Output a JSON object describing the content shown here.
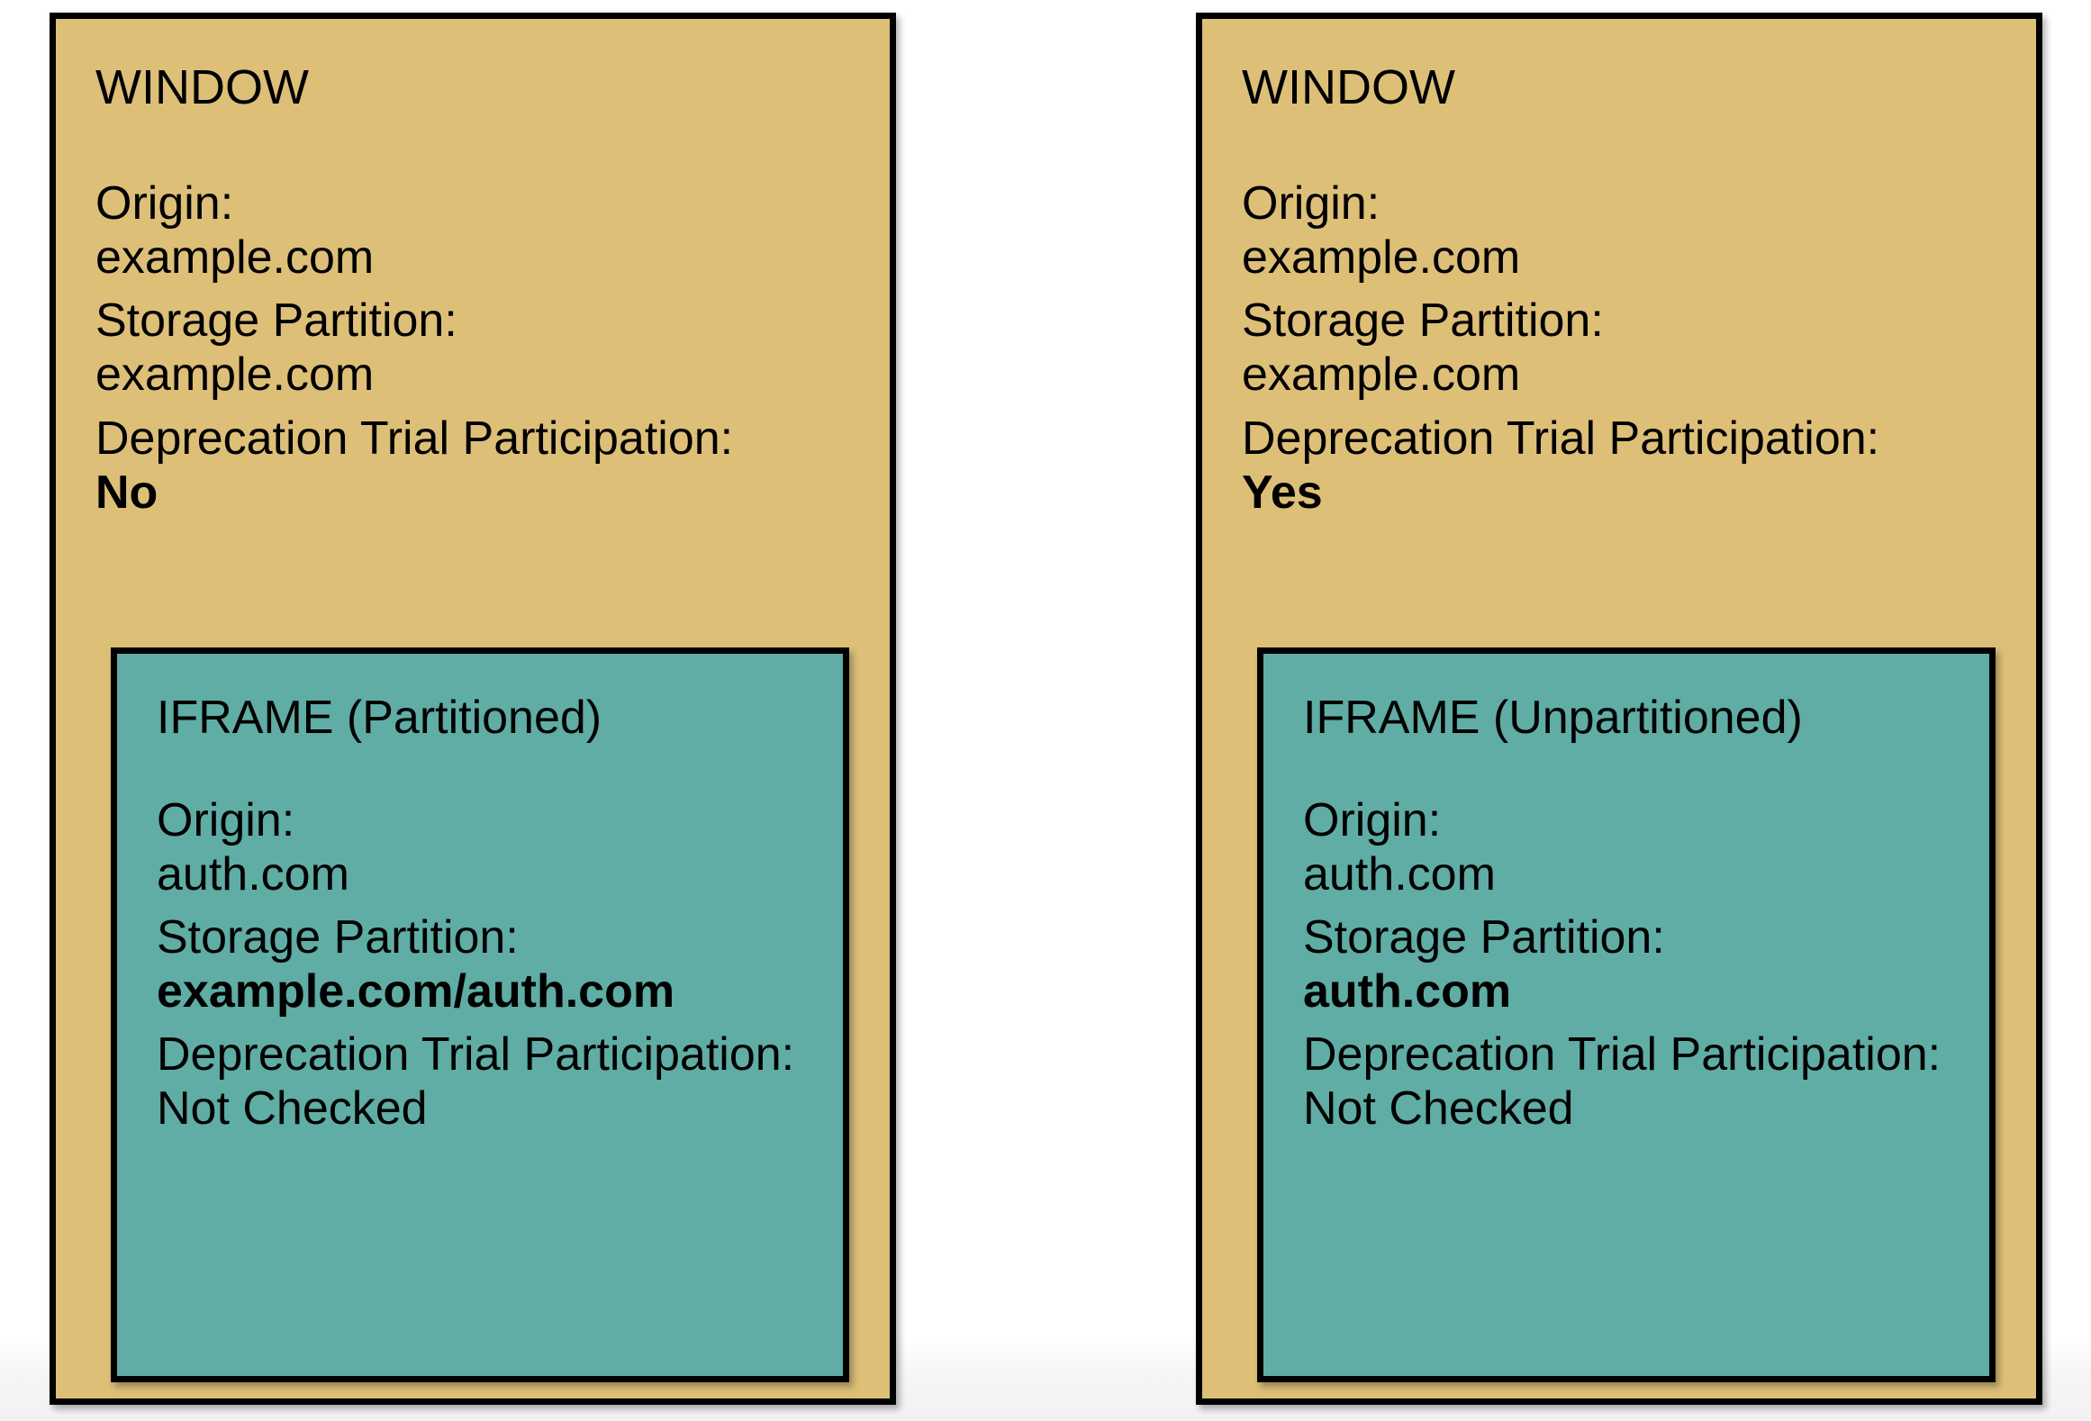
{
  "colors": {
    "window_fill": "#ddbf78",
    "iframe_fill": "#5fada5",
    "border": "#000000",
    "text": "#000000",
    "page_background": "#ffffff"
  },
  "labels": {
    "origin": "Origin:",
    "storage_partition": "Storage Partition:",
    "deprecation_trial": "Deprecation Trial Participation:"
  },
  "panels": [
    {
      "id": "left",
      "window": {
        "title": "WINDOW",
        "origin_label": "Origin:",
        "origin_value": "example.com",
        "storage_label": "Storage Partition:",
        "storage_value": "example.com",
        "trial_label": "Deprecation Trial Participation:",
        "trial_value": "No",
        "trial_value_bold": true
      },
      "iframe": {
        "title": "IFRAME (Partitioned)",
        "origin_label": "Origin:",
        "origin_value": "auth.com",
        "storage_label": "Storage Partition:",
        "storage_value": "example.com/auth.com",
        "storage_value_bold": true,
        "trial_label": "Deprecation Trial Participation:",
        "trial_value": "Not Checked",
        "trial_value_bold": false
      }
    },
    {
      "id": "right",
      "window": {
        "title": "WINDOW",
        "origin_label": "Origin:",
        "origin_value": "example.com",
        "storage_label": "Storage Partition:",
        "storage_value": "example.com",
        "trial_label": "Deprecation Trial Participation:",
        "trial_value": "Yes",
        "trial_value_bold": true
      },
      "iframe": {
        "title": "IFRAME (Unpartitioned)",
        "origin_label": "Origin:",
        "origin_value": "auth.com",
        "storage_label": "Storage Partition:",
        "storage_value": "auth.com",
        "storage_value_bold": true,
        "trial_label": "Deprecation Trial Participation:",
        "trial_value": "Not Checked",
        "trial_value_bold": false
      }
    }
  ]
}
